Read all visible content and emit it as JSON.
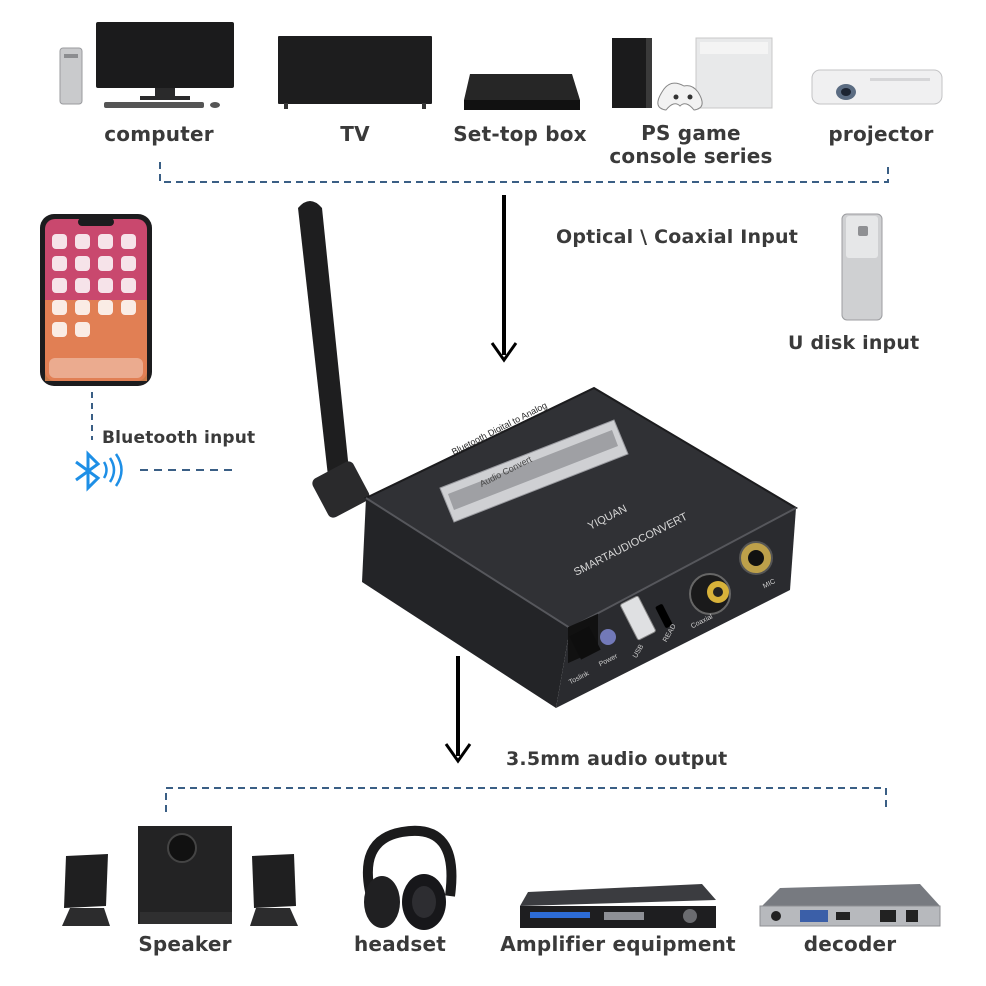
{
  "sources": {
    "computer": "computer",
    "tv": "TV",
    "settop": "Set-top box",
    "ps_line1": "PS game",
    "ps_line2": "console series",
    "projector": "projector"
  },
  "inputs": {
    "optical_coaxial": "Optical \\ Coaxial Input",
    "udisk": "U disk input",
    "bluetooth": "Bluetooth input"
  },
  "device": {
    "label_line1": "Bluetooth Digital to Analog",
    "label_line2": "Audio Convert",
    "brand": "YIQUAN",
    "model": "SMARTAUDIOCONVERT",
    "port_toslink": "Toslink",
    "port_power": "Power",
    "port_usb": "USB",
    "port_read": "READ",
    "port_coaxial": "Coaxial",
    "port_mic": "MIC"
  },
  "output": {
    "label": "3.5mm audio output"
  },
  "outputs": {
    "speaker": "Speaker",
    "headset": "headset",
    "amplifier": "Amplifier equipment",
    "decoder": "decoder"
  },
  "colors": {
    "label_text": "#3a3a3a",
    "dashed_line": "#3a5f85",
    "device_body": "#2b2c30",
    "bluetooth_blue": "#1e8fe6"
  }
}
